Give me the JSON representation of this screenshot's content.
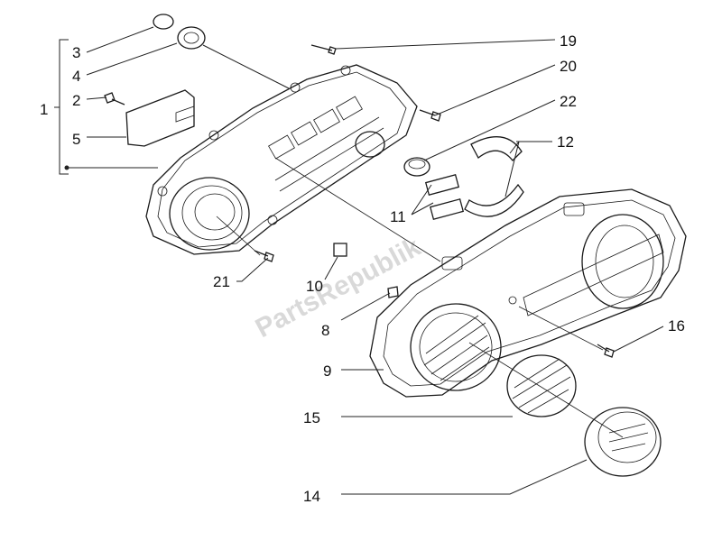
{
  "watermark": "PartsRepublik",
  "callouts": {
    "c1": "1",
    "c2": "2",
    "c3": "3",
    "c4": "4",
    "c5": "5",
    "c8": "8",
    "c9": "9",
    "c10": "10",
    "c11": "11",
    "c12": "12",
    "c14": "14",
    "c15": "15",
    "c16": "16",
    "c19": "19",
    "c20": "20",
    "c21": "21",
    "c22": "22"
  }
}
